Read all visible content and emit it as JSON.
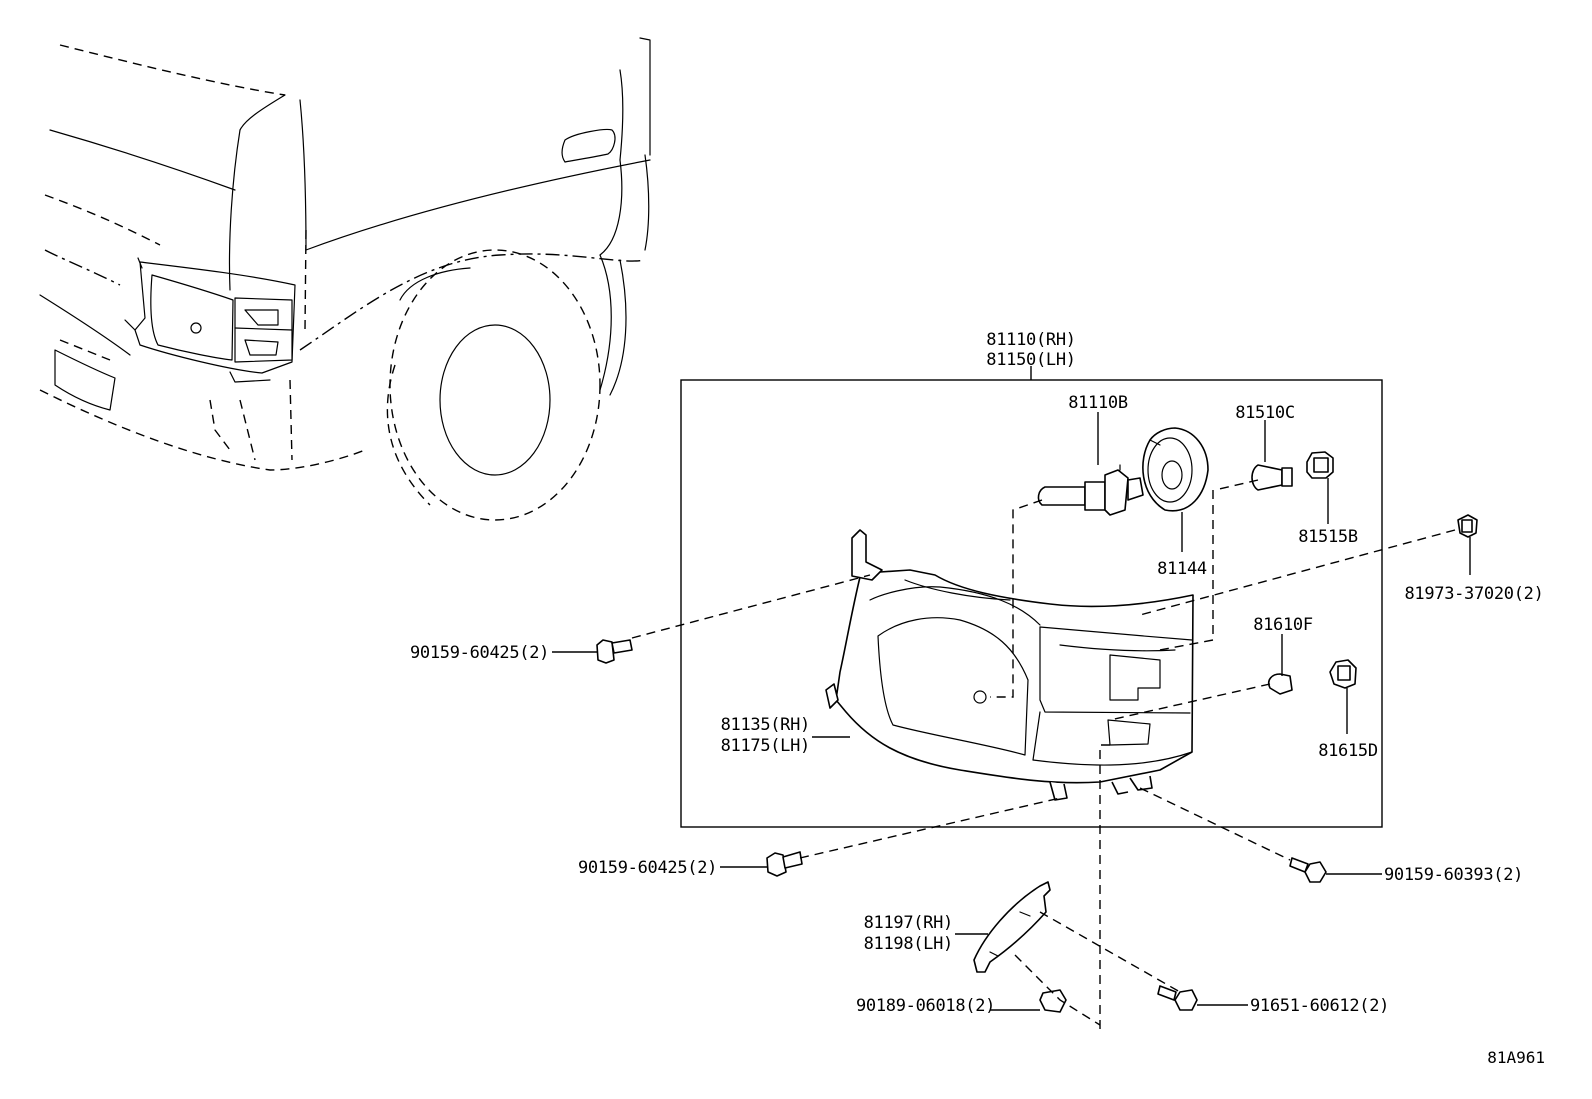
{
  "labels": {
    "assembly_rh": "81110(RH)",
    "assembly_lh": "81150(LH)",
    "bulb_hl": "81110B",
    "bulb_turn": "81510C",
    "socket_turn": "81515B",
    "cover": "81144",
    "clip_right": "81973-37020(2)",
    "bulb_side": "81610F",
    "socket_side": "81615D",
    "bolt_top": "90159-60425(2)",
    "lens_rh": "81135(RH)",
    "lens_lh": "81175(LH)",
    "bolt_bottom": "90159-60425(2)",
    "screw_right": "90159-60393(2)",
    "bracket_rh": "81197(RH)",
    "bracket_lh": "81198(LH)",
    "nut": "90189-06018(2)",
    "screw_bottom": "91651-60612(2)",
    "diagram_code": "81A961"
  }
}
